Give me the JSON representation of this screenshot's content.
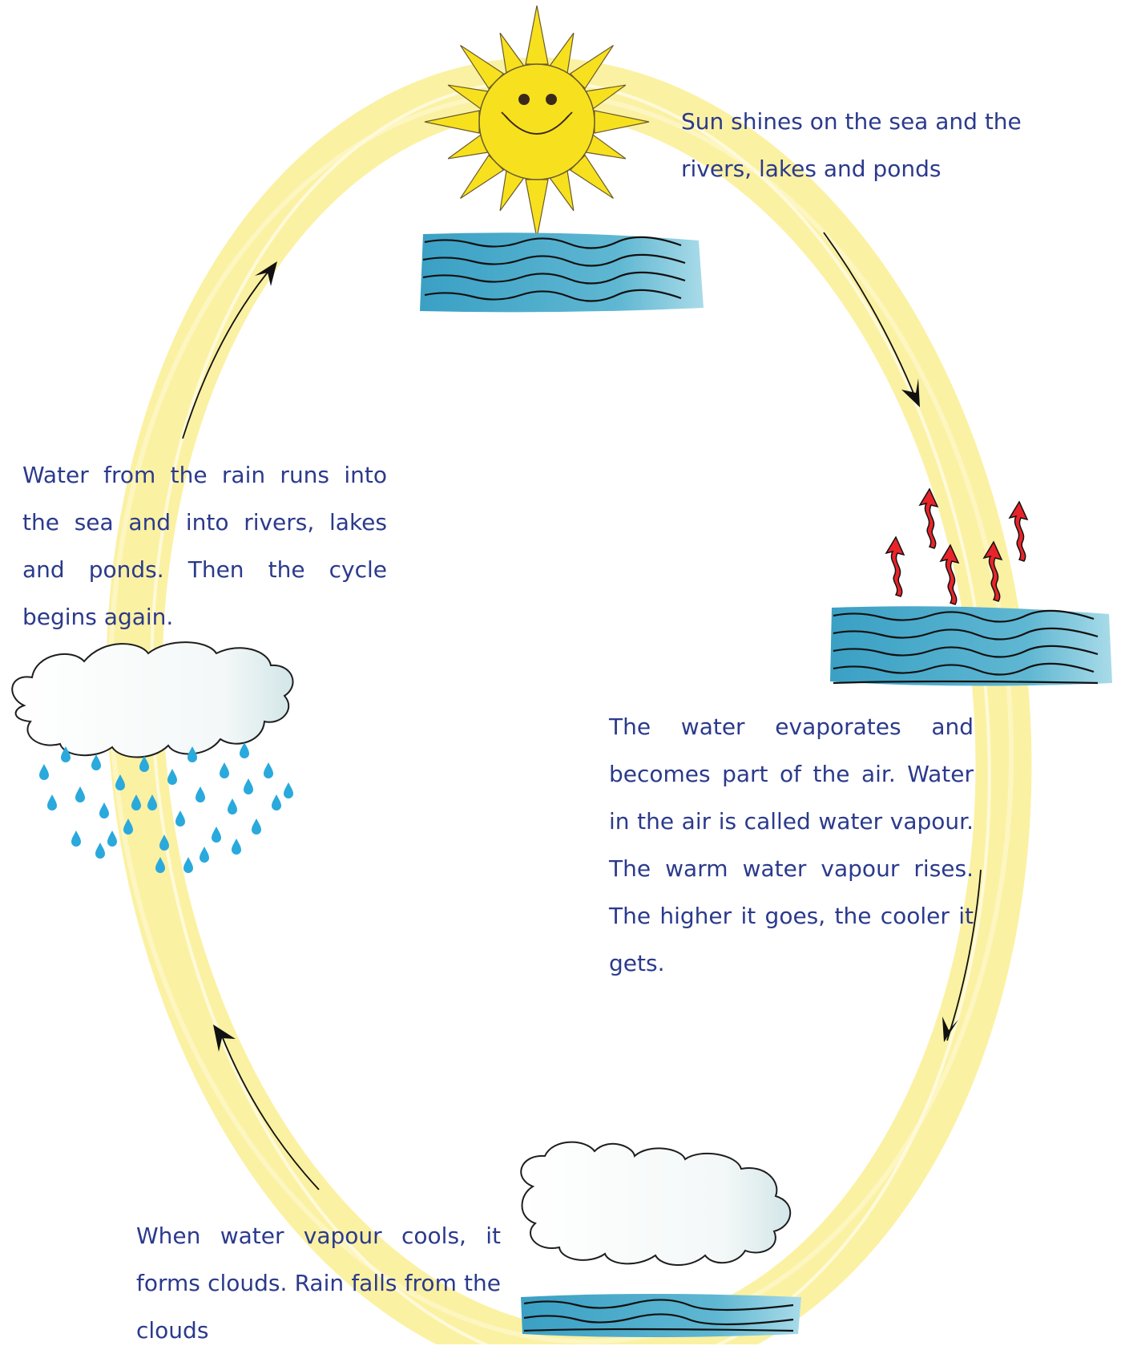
{
  "captions": {
    "sun": "Sun shines on the sea and the rivers, lakes and ponds",
    "evaporation": "The water evaporates and becomes part of the air. Water in the air is called water vapour. The warm water vapour rises. The higher it goes, the cooler it gets.",
    "condensation": "When water vapour cools, it forms clouds. Rain falls from the clouds",
    "runoff": "Water from the rain runs into the sea and into rivers, lakes and ponds. Then the cycle begins again."
  },
  "icons": [
    "sun-icon",
    "water-icon",
    "steam-arrows-icon",
    "cloud-icon",
    "rain-cloud-icon",
    "cycle-arrow-icon"
  ],
  "colors": {
    "cycle_band": "#fbf1a3",
    "text": "#2b3a8c",
    "sun": "#f7e11e",
    "water": "#3ea7c8",
    "steam": "#e8242a",
    "rain": "#2aa9dc"
  }
}
